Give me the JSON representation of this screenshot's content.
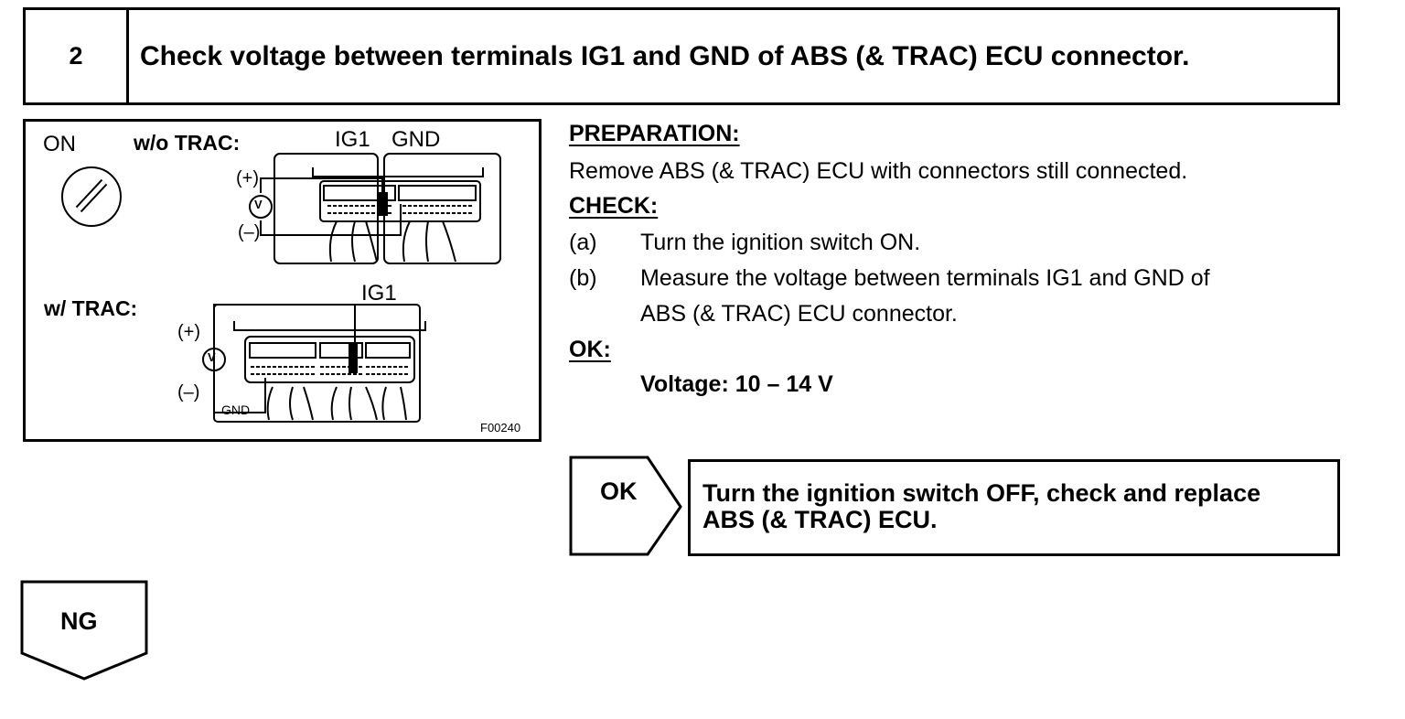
{
  "header": {
    "step_number": "2",
    "title": "Check voltage between terminals IG1 and GND of ABS (& TRAC) ECU connector."
  },
  "figure": {
    "ignition_label": "ON",
    "without_trac_label": "w/o TRAC:",
    "ig1_label_top": "IG1",
    "gnd_label_top": "GND",
    "plus_label": "(+)",
    "minus_label": "(–)",
    "voltmeter_label": "V",
    "with_trac_label": "w/ TRAC:",
    "ig1_label_bottom": "IG1",
    "gnd_label_bottom": "GND",
    "figure_code": "F00240"
  },
  "instructions": {
    "preparation_heading": "PREPARATION:",
    "preparation_text": "Remove ABS (& TRAC) ECU with connectors still connected.",
    "check_heading": "CHECK:",
    "steps": [
      {
        "marker": "(a)",
        "text": "Turn the ignition switch ON."
      },
      {
        "marker": "(b)",
        "text_line1": "Measure the voltage between terminals IG1 and GND of",
        "text_line2": "ABS (& TRAC) ECU connector."
      }
    ],
    "ok_heading": "OK:",
    "ok_spec": "Voltage: 10 – 14 V"
  },
  "result_ok": {
    "label": "OK",
    "action_line1": "Turn the ignition switch OFF, check and replace",
    "action_line2": "ABS (& TRAC) ECU."
  },
  "result_ng": {
    "label": "NG"
  }
}
